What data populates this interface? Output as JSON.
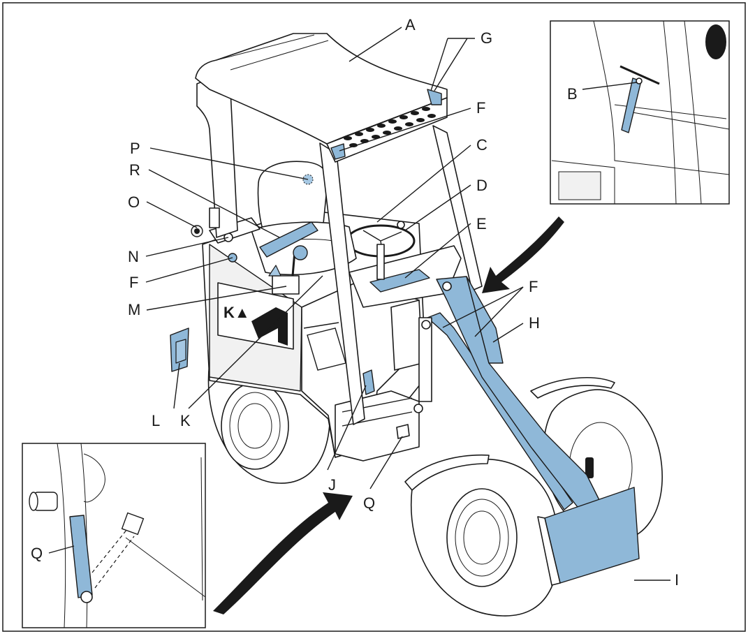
{
  "labels": {
    "a": "A",
    "b": "B",
    "c": "C",
    "d": "D",
    "e": "E",
    "f1": "F",
    "f2": "F",
    "f3": "F",
    "g": "G",
    "h": "H",
    "i": "I",
    "j": "J",
    "k": "K",
    "l": "L",
    "m": "M",
    "n": "N",
    "o": "O",
    "p": "P",
    "q1": "Q",
    "q2": "Q",
    "r": "R"
  },
  "colors": {
    "highlight": "#8fb8d8",
    "line": "#1a1a1a",
    "background": "#ffffff"
  }
}
